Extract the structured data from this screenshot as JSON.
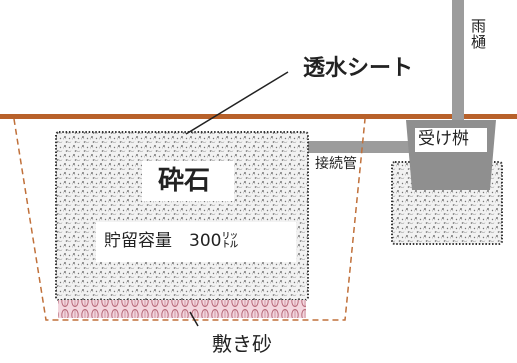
{
  "labels": {
    "sheet": "透水シート",
    "downpipe": "雨樋",
    "catch_basin": "受け桝",
    "connection_pipe": "接続管",
    "gravel": "砕石",
    "storage": "貯留容量　300㍑",
    "bedding_sand": "敷き砂"
  },
  "colors": {
    "ground_line": "#b8612a",
    "pipe_gray": "#9c9c9c",
    "basin_gray": "#8f8f8f",
    "gravel_dots": "#4a4a4a",
    "dashed_outline": "#c0703a",
    "sand_pink": "#e8b9c6",
    "sand_dark": "#b86a7a"
  }
}
